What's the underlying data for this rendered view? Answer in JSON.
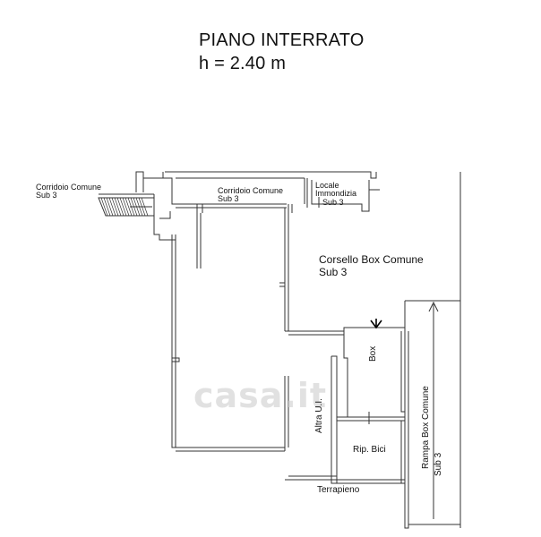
{
  "header": {
    "title": "PIANO INTERRATO",
    "height": "h = 2.40 m"
  },
  "labels": {
    "corridoio_stairs": "Corridoio Comune",
    "corridoio_stairs_sub": "Sub 3",
    "corridoio_top": "Corridoio Comune",
    "corridoio_top_sub": "Sub 3",
    "locale": "Locale",
    "locale2": "Immondizia",
    "locale_sub": "Sub 3",
    "corsello": "Corsello Box Comune",
    "corsello_sub": "Sub 3",
    "box": "Box",
    "altra": "Altra U.I.",
    "rip": "Rip. Bici",
    "rampa": "Rampa Box Comune",
    "rampa_sub": "Sub 3",
    "terrapieno": "Terrapieno"
  },
  "watermark": "casa.it"
}
